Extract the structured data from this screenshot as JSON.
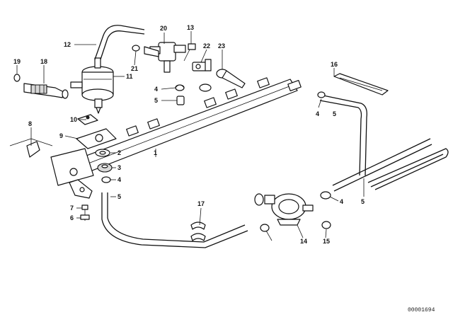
{
  "diagram": {
    "callouts": [
      "1",
      "2",
      "3",
      "4",
      "4",
      "4",
      "4",
      "5",
      "5",
      "5",
      "5",
      "6",
      "7",
      "8",
      "9",
      "10",
      "11",
      "12",
      "13",
      "14",
      "15",
      "16",
      "17",
      "18",
      "19",
      "20",
      "21",
      "22",
      "23"
    ],
    "reference": "00001694"
  }
}
